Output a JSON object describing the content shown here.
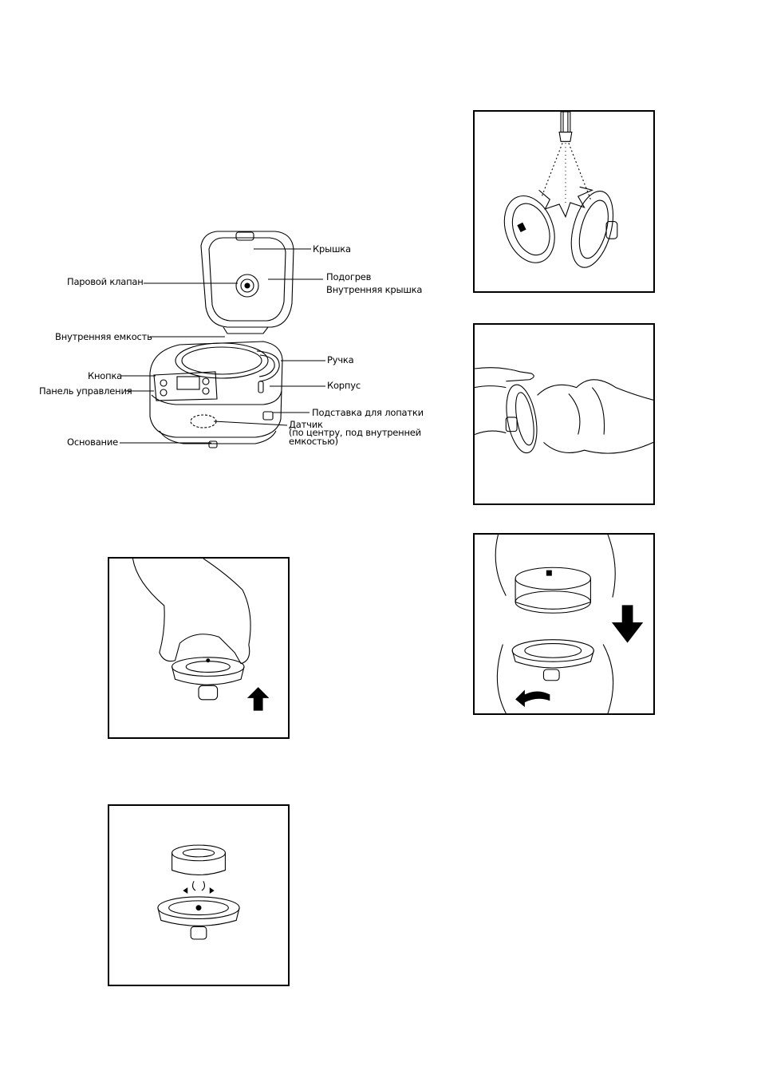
{
  "diagram": {
    "labels": {
      "lid": "Крышка",
      "steam_valve": "Паровой клапан",
      "heating": "Подогрев",
      "inner_lid": "Внутренняя крышка",
      "inner_bowl": "Внутренняя емкость",
      "handle": "Ручка",
      "button": "Кнопка",
      "body": "Корпус",
      "control_panel": "Панель управления",
      "spatula_holder": "Подставка для лопатки",
      "sensor": "Датчик",
      "sensor_note": "(по центру, под внутренней емкостью)",
      "base": "Основание"
    }
  },
  "figures": [
    {
      "id": "remove-valve",
      "arrow": "up"
    },
    {
      "id": "separate-valve",
      "arrow": "rotate"
    },
    {
      "id": "rinse-valve",
      "arrow": "none"
    },
    {
      "id": "wipe-valve",
      "arrow": "none"
    },
    {
      "id": "assemble-valve",
      "arrow": "down"
    }
  ]
}
